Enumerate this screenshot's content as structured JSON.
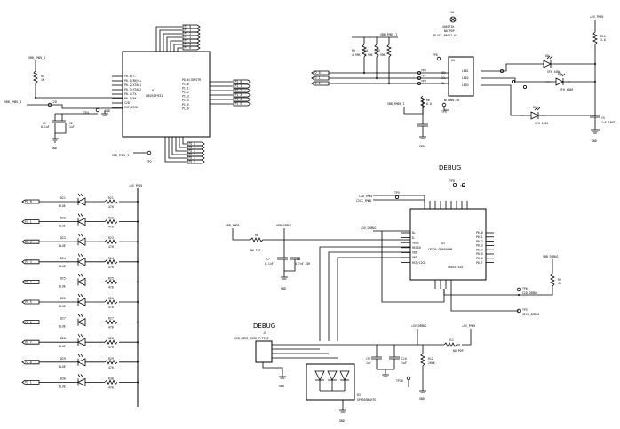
{
  "headings": {
    "debug_top": "DEBUG",
    "debug_bottom": "DEBUG"
  },
  "mcu": {
    "ref": "U1",
    "part": "C8051F931",
    "pins_left": [
      "P0.0/C-",
      "P0.1/EN/C+",
      "P0.2/XTAL1",
      "P0.3/XTAL2",
      "P0.4/TX",
      "P0.5/RX",
      "C2D",
      "RST/C2CK"
    ],
    "pins_right": [
      "P0.6/CNVSTR",
      "P1.0",
      "P1.1",
      "P1.2",
      "P1.3",
      "P1.4",
      "P1.5",
      "P1.6"
    ],
    "reset_tp": "TP4",
    "c2_label": "C2D",
    "net_vbat": "VBB_FM05_I",
    "net_vbat_c2": "VBB_FM05_I",
    "r_ref": "R1",
    "r_val": "1K",
    "c1": "C1",
    "c1_val": "0.1uF",
    "c2": "C2",
    "c2_val": "1uF",
    "gnd": "GND",
    "c2ck_tp": "TP2"
  },
  "top_port_labels": [
    "P1_0",
    "P1_1",
    "P1_2",
    "P1_3",
    "P1_4",
    "P1_5",
    "P1_6"
  ],
  "right_port_labels": [
    "P1_0",
    "P1_1",
    "P1_2",
    "P1_3",
    "P1_4",
    "P1_5",
    "P1_6",
    "P1_7"
  ],
  "bottom_port_labels": [
    "P2_0",
    "P2_1",
    "P2_2",
    "P2_3",
    "P2_4",
    "P2_5"
  ],
  "driver": {
    "ref": "U4",
    "part": "NTHUWE-9B",
    "rail": "VBB_FM05_I",
    "sw_label": "SW",
    "sw_part": "4061T1K",
    "sw_note": "NO POP",
    "sw_place": "PLACE ABOUT U4",
    "r_vals": [
      "4.99K",
      "4.99K",
      "4.99K"
    ],
    "resistors": [
      "R3",
      "R4",
      "R5"
    ],
    "inputs": [
      "P2_0",
      "P2_1",
      "P2_2"
    ],
    "pins": [
      "SDA",
      "SCL",
      "EN"
    ],
    "outputs": [
      "LED1",
      "LED2",
      "LED3"
    ],
    "tp": [
      "TP6",
      "TP7",
      "TP8"
    ],
    "tp_bot": "TP9",
    "r_bot": "R6",
    "r_bot_val": "0.0",
    "gnd": "GND"
  },
  "rgb": {
    "rail": "+5V_FM05",
    "r_ref": "R10",
    "r_val": "3.0",
    "leds": [
      {
        "ref": "D8",
        "part": "SFH 4056"
      },
      {
        "ref": "D9",
        "part": "SFH 4056"
      },
      {
        "ref": "D10",
        "part": "SFH 4056"
      }
    ],
    "c_ref": "C5",
    "c_val": "1uF TANT",
    "gnd": "GND"
  },
  "led_array": {
    "rail": "+5V_FM05",
    "rows": [
      {
        "net": "P1_0",
        "led": "D21",
        "color": "BLUE",
        "res": "R21",
        "val": "470"
      },
      {
        "net": "P1_1",
        "led": "D22",
        "color": "BLUE",
        "res": "R22",
        "val": "470"
      },
      {
        "net": "P1_2",
        "led": "D23",
        "color": "BLUE",
        "res": "R23",
        "val": "470"
      },
      {
        "net": "P1_3",
        "led": "D24",
        "color": "BLUE",
        "res": "R24",
        "val": "470"
      },
      {
        "net": "P1_4",
        "led": "D25",
        "color": "BLUE",
        "res": "R25",
        "val": "470"
      },
      {
        "net": "P1_5",
        "led": "D26",
        "color": "BLUE",
        "res": "R26",
        "val": "470"
      },
      {
        "net": "P1_6",
        "led": "D27",
        "color": "BLUE",
        "res": "R27",
        "val": "470"
      },
      {
        "net": "P1_7",
        "led": "D28",
        "color": "BLUE",
        "res": "R28",
        "val": "470"
      },
      {
        "net": "P2_0",
        "led": "D29",
        "color": "BLUE",
        "res": "R29",
        "val": "470"
      },
      {
        "net": "P2_1",
        "led": "D30",
        "color": "BLUE",
        "res": "R30",
        "val": "470"
      }
    ]
  },
  "debug_mcu": {
    "ref": "U3",
    "part": "C8051F326",
    "sub": "CP326-GM005HBM",
    "nets_in": [
      "C2D_FM05",
      "C2CK_FM05"
    ],
    "tp_top": [
      "TP8",
      "TP9"
    ],
    "tp_left": "TP5",
    "rail": "+3V_DEBUG",
    "vbus": "VBB_FM05",
    "usb_net": "VBB_DEBUG",
    "pins_left": [
      "D+",
      "D-",
      "VBUS",
      "REGIN",
      "VDD",
      "GND",
      "RST/C2CK"
    ],
    "pins_right": [
      "P0.0",
      "P0.1",
      "P0.2",
      "P0.3",
      "P0.4",
      "P0.5",
      "P0.6",
      "P0.7"
    ],
    "r_in": "R8",
    "r_in_val": "NO POP",
    "c_a": "C7",
    "c_a_val": "0.1uF",
    "c_b": "C8",
    "c_b_val": "4.7uF X5R",
    "gnd": "GND",
    "right_rail": "VBB_DEBUG",
    "r_right": "R9",
    "r_right_val": "1K",
    "tp_right": "TP6",
    "tp_right_net": "C2D_DEBUG",
    "tp_right2": "TP5",
    "tp_right2_net": "C2CK_DEBUG"
  },
  "usb": {
    "ref": "J1",
    "part": "USB_MINI_COMB_TYPE_B",
    "rail": "+5V_DEBUG",
    "rail2": "+5V_FM05",
    "c_a": "C9",
    "c_a_val": "1uF",
    "c_b": "C10",
    "c_b_val": "1uF",
    "r_ref": "R11",
    "r_val": "NO POP",
    "r2_ref": "R12",
    "r2_val": "200K",
    "tp": "TP10",
    "esd_ref": "D3",
    "esd_part": "SP0503BAHTG",
    "gnd": "GND"
  }
}
